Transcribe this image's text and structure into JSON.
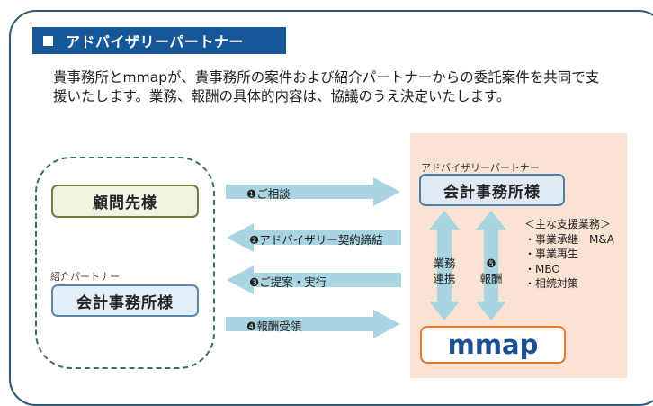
{
  "header": {
    "title": "アドバイザリーパートナー"
  },
  "intro": {
    "line1": "貴事務所とmmapが、貴事務所の案件および紹介パートナーからの委託案件を共同で支",
    "line2": "援いたします。業務、報酬の具体的内容は、協議のうえ決定いたします。"
  },
  "left": {
    "client_label": "顧問先様",
    "intro_partner_label": "紹介パートナー",
    "office_label": "会計事務所様"
  },
  "right": {
    "advisory_label": "アドバイザリーパートナー",
    "office_label": "会計事務所様",
    "mmap_label": "mmap"
  },
  "flows": [
    {
      "label": "❶ご相談"
    },
    {
      "label": "❷アドバイザリー契約締結"
    },
    {
      "label": "❸ご提案・実行"
    },
    {
      "label": "❹報酬受領"
    }
  ],
  "vertical_flows": {
    "cooperation_line1": "業務",
    "cooperation_line2": "連携",
    "fee_marker": "❺",
    "fee_label": "報酬"
  },
  "services": {
    "title": "＜主な支援業務＞",
    "items": [
      "・事業承継　M&A",
      "・事業再生",
      "・MBO",
      "・相続対策"
    ]
  },
  "colors": {
    "frame": "#2e5877",
    "header_bg": "#16579a",
    "arrow": "#a9d4e2",
    "right_panel_bg": "#fbe3d3",
    "mmap_border": "#e37a2c",
    "mmap_text": "#1c4e95",
    "client_border": "#6a7f3e",
    "office_border": "#4f7fae"
  }
}
